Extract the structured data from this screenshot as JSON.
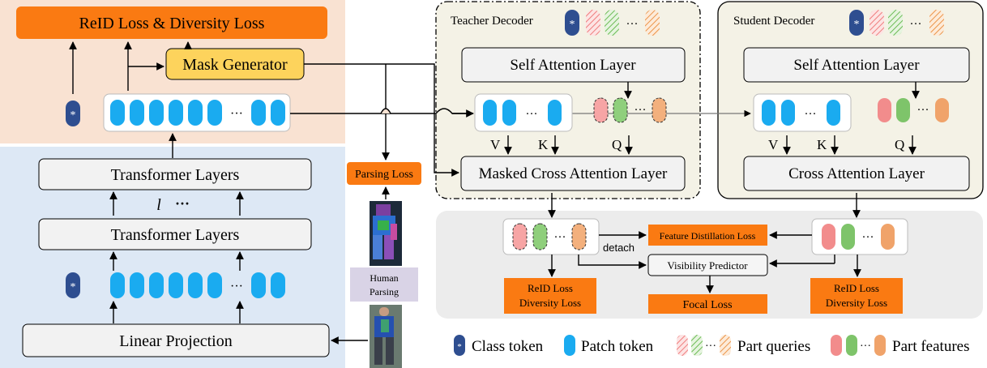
{
  "colors": {
    "orange_panel": "#f9e2d2",
    "blue_panel": "#dde8f5",
    "beige_panel": "#f4f2e6",
    "gray_panel": "#ececec",
    "orange_box": "#fa7a12",
    "yellow_box": "#fdd35c",
    "patch_token": "#1aabf0",
    "class_token": "#2e4e90",
    "part_red": "#f28c8c",
    "part_green": "#7ec46a",
    "part_orange": "#f0a36a",
    "parsing_box": "#d9d3e6"
  },
  "labels": {
    "reid_diversity_top": "ReID Loss & Diversity Loss",
    "mask_generator": "Mask Generator",
    "transformer_upper": "Transformer Layers",
    "transformer_lower": "Transformer Layers",
    "repeat_l": "l",
    "repeat_dots": "···",
    "linear_projection": "Linear Projection",
    "parsing_loss": "Parsing Loss",
    "human_parsing_line1": "Human",
    "human_parsing_line2": "Parsing",
    "teacher_decoder": "Teacher Decoder",
    "student_decoder": "Student Decoder",
    "teacher_self_attn": "Self Attention Layer",
    "teacher_cross_attn": "Masked Cross Attention Layer",
    "student_self_attn": "Self Attention Layer",
    "student_cross_attn": "Cross Attention Layer",
    "v": "V",
    "k": "K",
    "q": "Q",
    "feature_distillation_loss": "Feature Distillation Loss",
    "detach": "detach",
    "visibility_predictor": "Visibility Predictor",
    "reid_loss": "ReID Loss",
    "diversity_loss": "Diversity Loss",
    "focal_loss": "Focal Loss",
    "ellipsis": "···",
    "class_token_glyph": "*"
  },
  "legend": [
    {
      "name": "class-token",
      "label": "Class token"
    },
    {
      "name": "patch-token",
      "label": "Patch token"
    },
    {
      "name": "part-queries",
      "label": "Part queries"
    },
    {
      "name": "part-features",
      "label": "Part features"
    }
  ]
}
